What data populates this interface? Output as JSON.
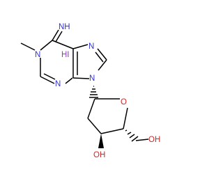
{
  "molecule": {
    "atoms": {
      "imine": "NH",
      "n1": "N",
      "n7": "N",
      "n9": "N",
      "n3": "N",
      "ring_o": "O",
      "oh_ring": "OH",
      "oh_ch2": "OH",
      "iodide": "HI"
    },
    "colors": {
      "carbon_bond": "#000000",
      "nitrogen": "#3232d4",
      "oxygen": "#d42626",
      "iodine": "#9a2fd6"
    }
  }
}
